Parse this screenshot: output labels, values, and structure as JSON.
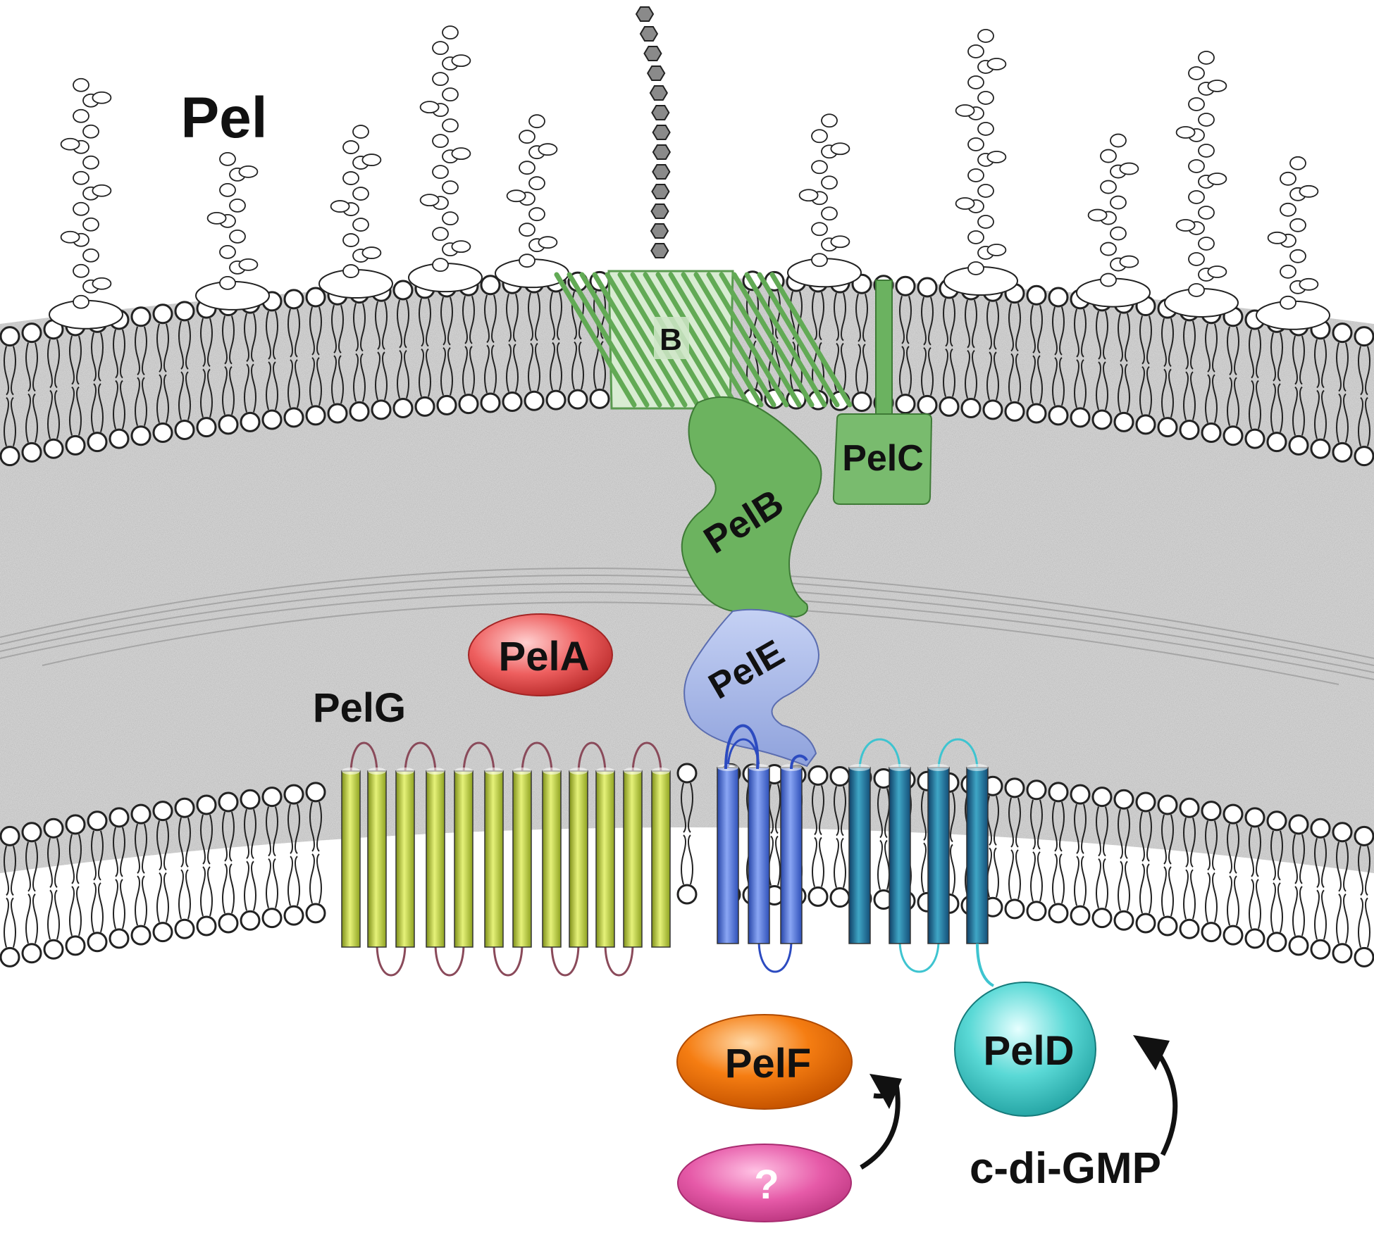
{
  "labels": {
    "polysaccharide": "Pel",
    "outer_membrane_barrel": "B",
    "pelB": "PelB",
    "pelC": "PelC",
    "pelE": "PelE",
    "pelA": "PelA",
    "pelG": "PelG",
    "pelF": "PelF",
    "pelD": "PelD",
    "unknown_regulator": "?",
    "second_messenger": "c-di-GMP"
  },
  "colors": {
    "periplasm": "#d2d2d2",
    "barrel_green": "#6fb765",
    "pelB_green": "#6cb35f",
    "pelC_green": "#79bb6e",
    "pelE_blue": "#a9b8e6",
    "pelA_red": "#ec5a5a",
    "pelG_yellow": "#c8dc3c",
    "pelG_loop": "#8a4a5a",
    "pelE_helix_blue": "#4e72d8",
    "pelD_helix_teal": "#1f6f96",
    "pelD_loop": "#3ec4d0",
    "pelF_orange": "#f07a10",
    "unknown_pink": "#e65aa8",
    "pelD_cyan": "#3ecfcf"
  },
  "icons": {
    "arrow_to_pelF": "curved-arrow-icon",
    "arrow_to_pelD": "curved-arrow-icon"
  }
}
